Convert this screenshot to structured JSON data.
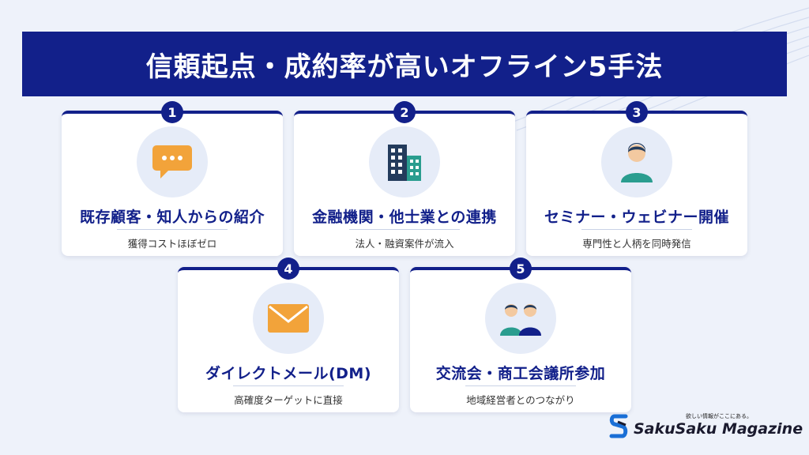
{
  "title": "信頼起点・成約率が高いオフライン5手法",
  "colors": {
    "primary": "#12208a",
    "accent_orange": "#f2a33a",
    "teal": "#2a9d8f",
    "background": "#eef2fa"
  },
  "cards": [
    {
      "number": "1",
      "title": "既存顧客・知人からの紹介",
      "subtitle": "獲得コストほぼゼロ",
      "icon": "chat-bubble-icon"
    },
    {
      "number": "2",
      "title": "金融機関・他士業との連携",
      "subtitle": "法人・融資案件が流入",
      "icon": "buildings-icon"
    },
    {
      "number": "3",
      "title": "セミナー・ウェビナー開催",
      "subtitle": "専門性と人柄を同時発信",
      "icon": "person-icon"
    },
    {
      "number": "4",
      "title": "ダイレクトメール(DM)",
      "subtitle": "高確度ターゲットに直接",
      "icon": "envelope-icon"
    },
    {
      "number": "5",
      "title": "交流会・商工会議所参加",
      "subtitle": "地域経営者とのつながり",
      "icon": "people-icon"
    }
  ],
  "logo": {
    "tagline": "欲しい情報がここにある。",
    "name": "SakuSaku Magazine"
  }
}
